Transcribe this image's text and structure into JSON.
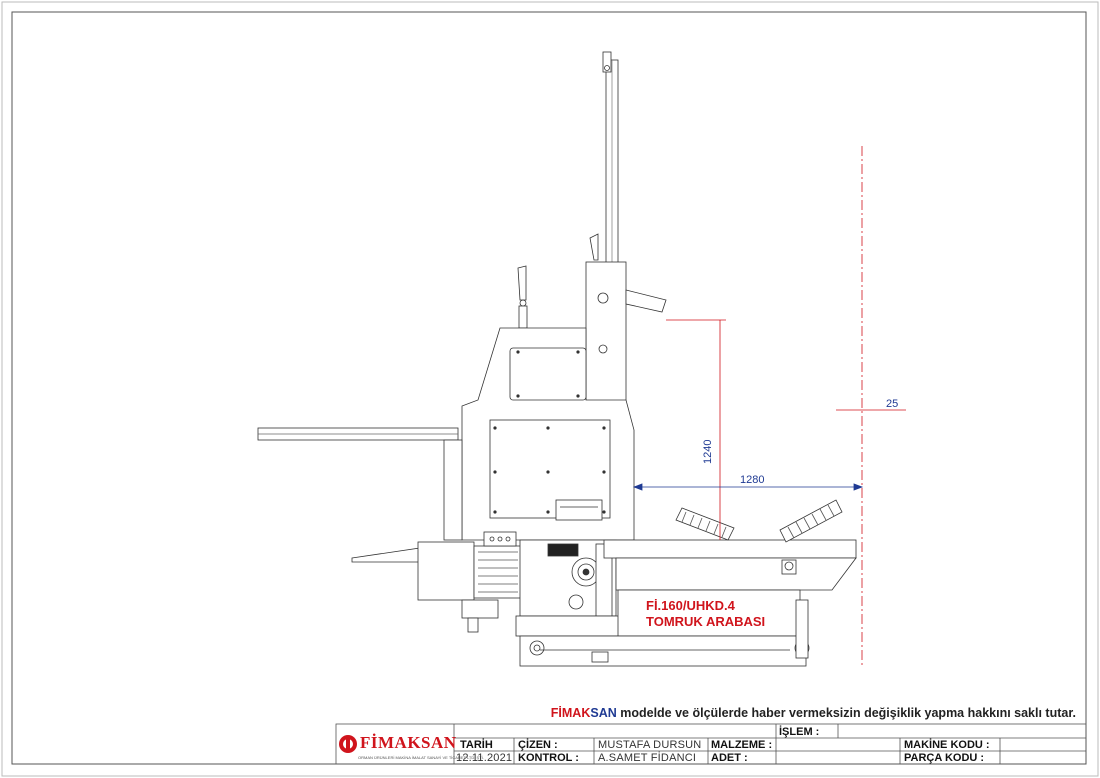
{
  "notice": {
    "brand_red": "FİMAK",
    "brand_blue": "SAN",
    "text": " modelde ve ölçülerde haber vermeksizin değişiklik yapma hakkını saklı tutar."
  },
  "part_label": {
    "line1": "Fİ.160/UHKD.4",
    "line2": "TOMRUK ARABASI"
  },
  "dimensions": {
    "height": "1240",
    "width": "1280",
    "gap": "25"
  },
  "title_block": {
    "logo": "FİMAKSAN",
    "logo_sub": "ORMAN ÜRÜNLERİ MAKİNA İMALAT SANAYİ VE TİCARET LTD. ŞTİ.",
    "tarih_label": "TARİH",
    "tarih_value": "12.11.2021",
    "cizen_label": "ÇİZEN   :",
    "cizen_value": "MUSTAFA DURSUN",
    "kontrol_label": "KONTROL  :",
    "kontrol_value": "A.SAMET FİDANCI",
    "malzeme_label": "MALZEME :",
    "adet_label": "ADET   :",
    "islem_label": "İŞLEM  :",
    "makine_label": "MAKİNE KODU :",
    "parca_label": "PARÇA KODU :"
  },
  "colors": {
    "red": "#d0141c",
    "blue": "#1f3a93",
    "line": "#444444"
  }
}
